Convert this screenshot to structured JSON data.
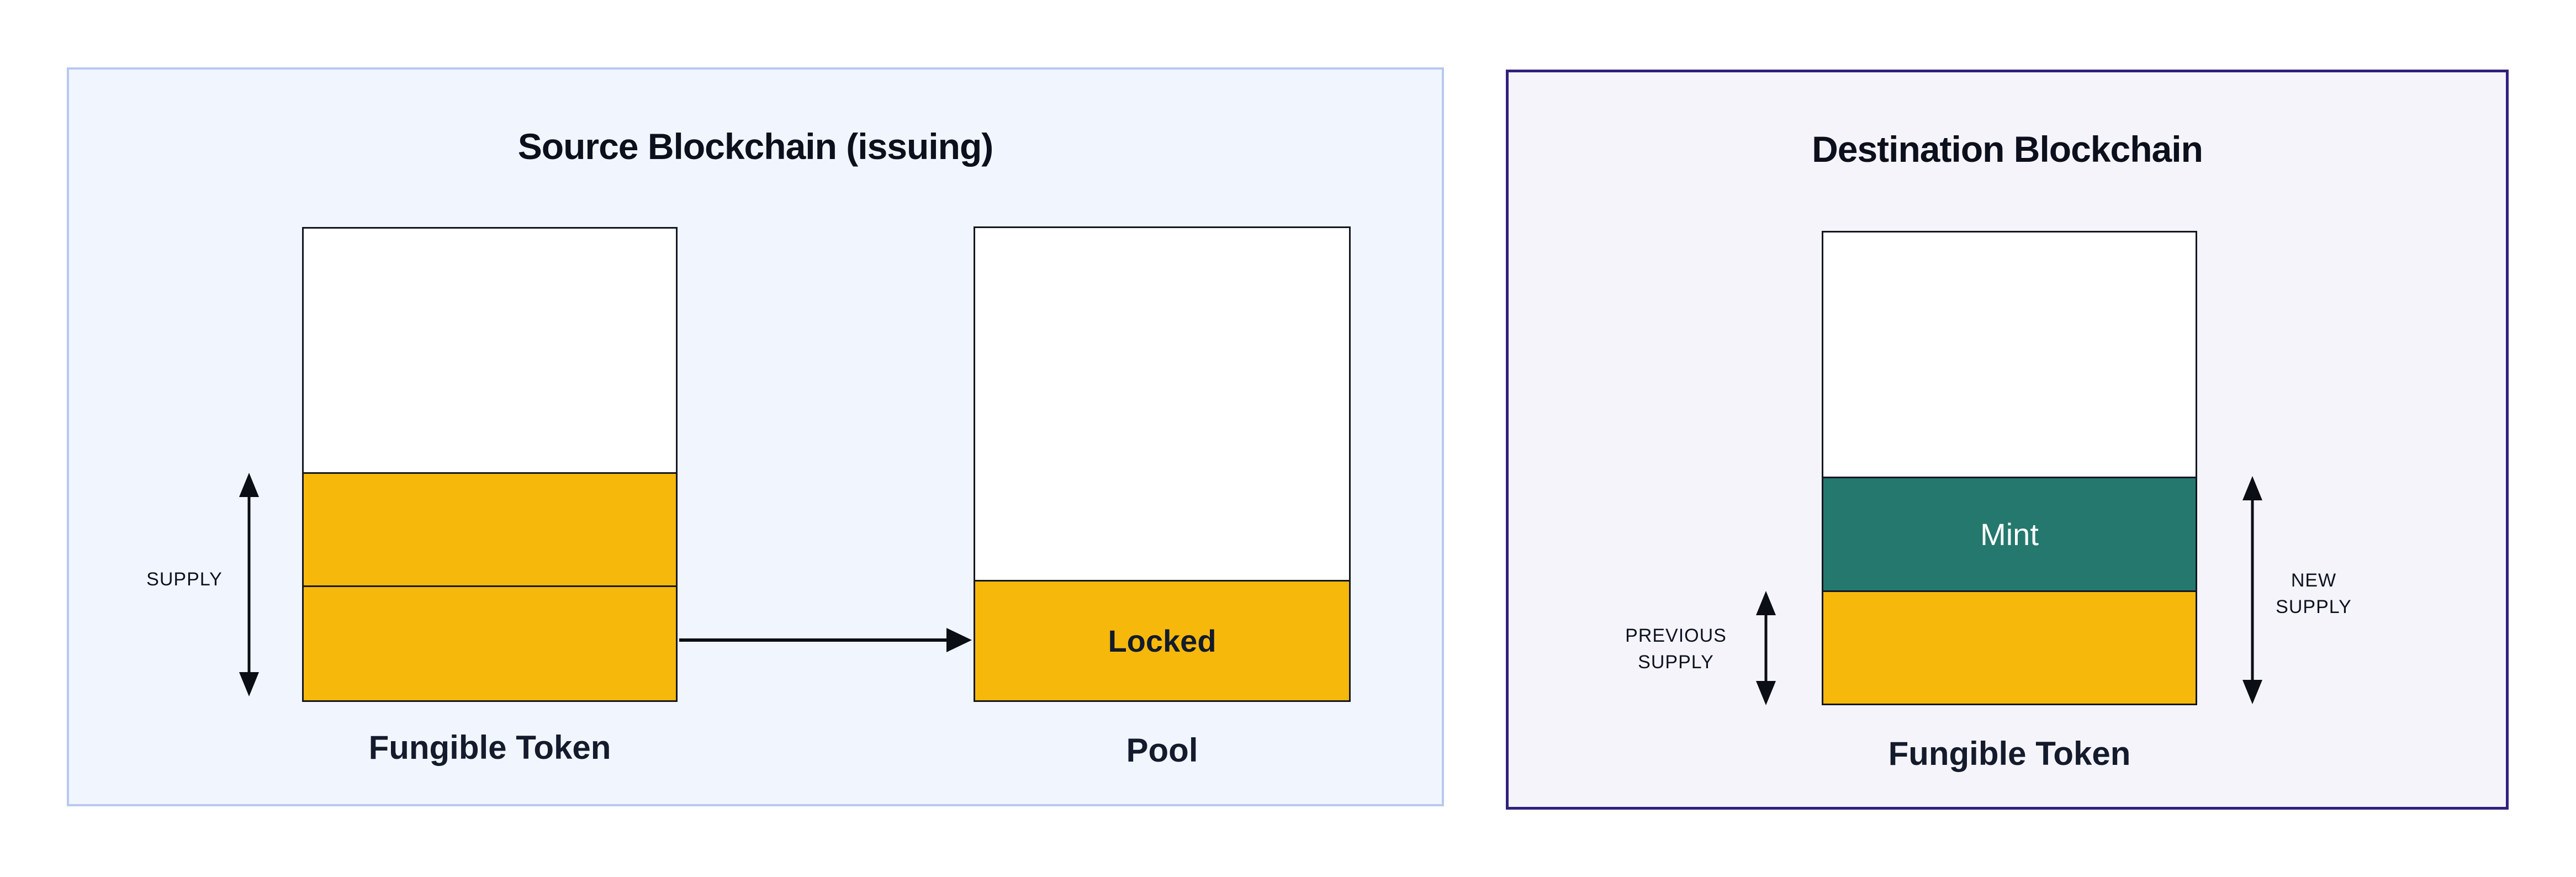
{
  "colors": {
    "yellow": "#f7b80c",
    "teal": "#24786d",
    "box_border": "#131722",
    "text_dark": "#10172a",
    "arrow": "#0b0e14",
    "panel_left_bg": "#f1f5fd",
    "panel_left_border": "#b7c8f2",
    "panel_right_bg": "#f5f4fb",
    "panel_right_border": "#31207d"
  },
  "left_panel": {
    "title": "Source Blockchain (issuing)",
    "supply_label": "SUPPLY",
    "token_box_label": "Fungible Token",
    "pool_label": "Pool",
    "locked_label": "Locked"
  },
  "right_panel": {
    "title": "Destination Blockchain",
    "token_box_label": "Fungible Token",
    "mint_label": "Mint",
    "previous_supply_label": "PREVIOUS\nSUPPLY",
    "new_supply_label": "NEW\nSUPPLY"
  }
}
